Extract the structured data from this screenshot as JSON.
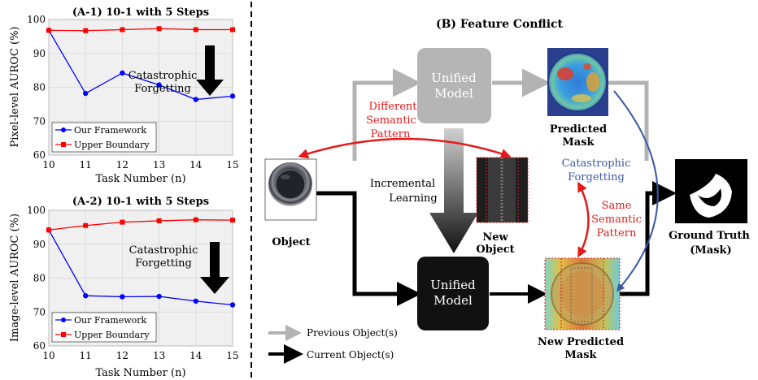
{
  "chart_data": [
    {
      "type": "line",
      "title": "(A-1) 10-1 with 5 Steps",
      "xlabel": "Task Number (n)",
      "ylabel": "Pixel-level AUROC (%)",
      "x": [
        10,
        11,
        12,
        13,
        14,
        15
      ],
      "xlim": [
        10,
        15
      ],
      "ylim": [
        60,
        100
      ],
      "yticks": [
        60,
        70,
        80,
        90,
        100
      ],
      "grid": true,
      "legend_position": "bottom-left",
      "annotation": [
        "Catastrophic",
        "Forgetting"
      ],
      "series": [
        {
          "name": "Our Framework",
          "color": "#0000ff",
          "marker": "circle",
          "values": [
            96.8,
            78.2,
            84.2,
            80.7,
            76.4,
            77.4
          ]
        },
        {
          "name": "Upper Boundary",
          "color": "#ff0000",
          "marker": "square",
          "values": [
            96.8,
            96.7,
            97.0,
            97.3,
            97.0,
            97.0
          ]
        }
      ]
    },
    {
      "type": "line",
      "title": "(A-2) 10-1 with 5 Steps",
      "xlabel": "Task Number (n)",
      "ylabel": "Image-level AUROC (%)",
      "x": [
        10,
        11,
        12,
        13,
        14,
        15
      ],
      "xlim": [
        10,
        15
      ],
      "ylim": [
        60,
        100
      ],
      "yticks": [
        60,
        70,
        80,
        90,
        100
      ],
      "grid": true,
      "legend_position": "bottom-left",
      "annotation": [
        "Catastrophic",
        "Forgetting"
      ],
      "series": [
        {
          "name": "Our Framework",
          "color": "#0000ff",
          "marker": "circle",
          "values": [
            94.2,
            74.8,
            74.5,
            74.6,
            73.2,
            72.1
          ]
        },
        {
          "name": "Upper Boundary",
          "color": "#ff0000",
          "marker": "square",
          "values": [
            94.2,
            95.5,
            96.5,
            96.9,
            97.2,
            97.1
          ]
        }
      ]
    }
  ],
  "diagram": {
    "title": "(B) Feature Conflict",
    "unified_model_label": [
      "Unified",
      "Model"
    ],
    "object_label": "Object",
    "new_object_label": [
      "New",
      "Object"
    ],
    "predicted_mask_label": [
      "Predicted",
      "Mask"
    ],
    "new_predicted_mask_label": [
      "New Predicted",
      "Mask"
    ],
    "ground_truth_label": [
      "Ground Truth",
      "(Mask)"
    ],
    "incremental_learning_label": [
      "Incremental",
      "Learning"
    ],
    "different_pattern_label": [
      "Different",
      "Semantic",
      "Pattern"
    ],
    "same_pattern_label": [
      "Same",
      "Semantic",
      "Pattern"
    ],
    "catastrophic_forgetting_label": [
      "Catastrophic",
      "Forgetting"
    ],
    "legend_previous": "Previous Object(s)",
    "legend_current": "Current Object(s)",
    "colors": {
      "previous_arrow": "#b3b3b3",
      "current_arrow": "#000000",
      "semantic_arrow": "#e41a1c",
      "forgetting_arrow": "#3a58a8",
      "forgetting_text": "#3a58a8"
    }
  }
}
